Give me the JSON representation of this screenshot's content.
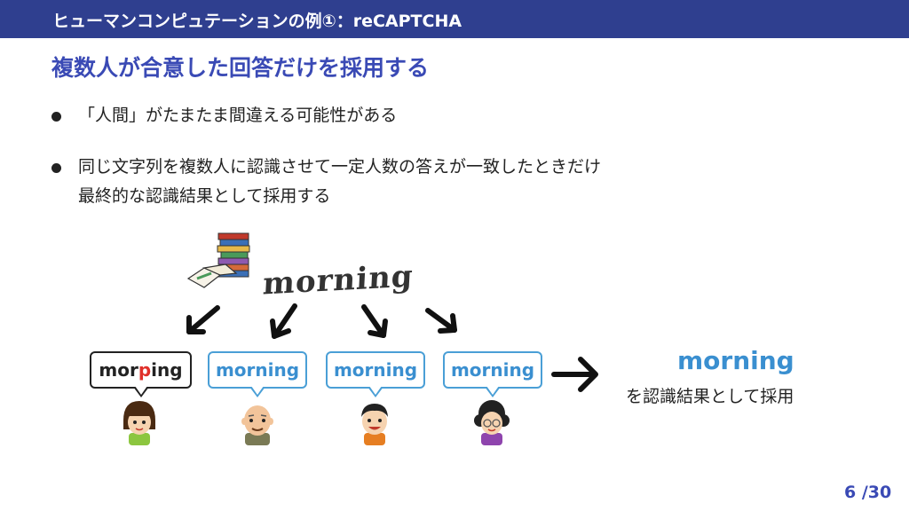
{
  "header": {
    "title": "ヒューマンコンピュテーションの例①：reCAPTCHA"
  },
  "heading": "複数人が合意した回答だけを採用する",
  "bullets": [
    {
      "lines": [
        "「人間」がたまたま間違える可能性がある"
      ]
    },
    {
      "lines": [
        "同じ文字列を複数人に認識させて一定人数の答えが一致したときだけ",
        "最終的な認識結果として採用する"
      ]
    }
  ],
  "captcha_word": "morning",
  "answers": [
    {
      "pre": "mor",
      "wrong": "p",
      "post": "ing",
      "style": "dark"
    },
    {
      "pre": "morning",
      "wrong": "",
      "post": "",
      "style": "blue"
    },
    {
      "pre": "morning",
      "wrong": "",
      "post": "",
      "style": "blue"
    },
    {
      "pre": "morning",
      "wrong": "",
      "post": "",
      "style": "blue"
    }
  ],
  "people_icons": [
    "woman-bob-icon",
    "bald-old-man-icon",
    "smiling-man-icon",
    "curly-woman-icon"
  ],
  "result": {
    "word": "morning",
    "description": "を認識結果として採用"
  },
  "page": {
    "current": "6",
    "total": "/30"
  },
  "colors": {
    "header_bg": "#2f3f8f",
    "heading": "#3a4ab5",
    "answer_blue": "#3a8fd0",
    "wrong_letter": "#e0302a"
  }
}
